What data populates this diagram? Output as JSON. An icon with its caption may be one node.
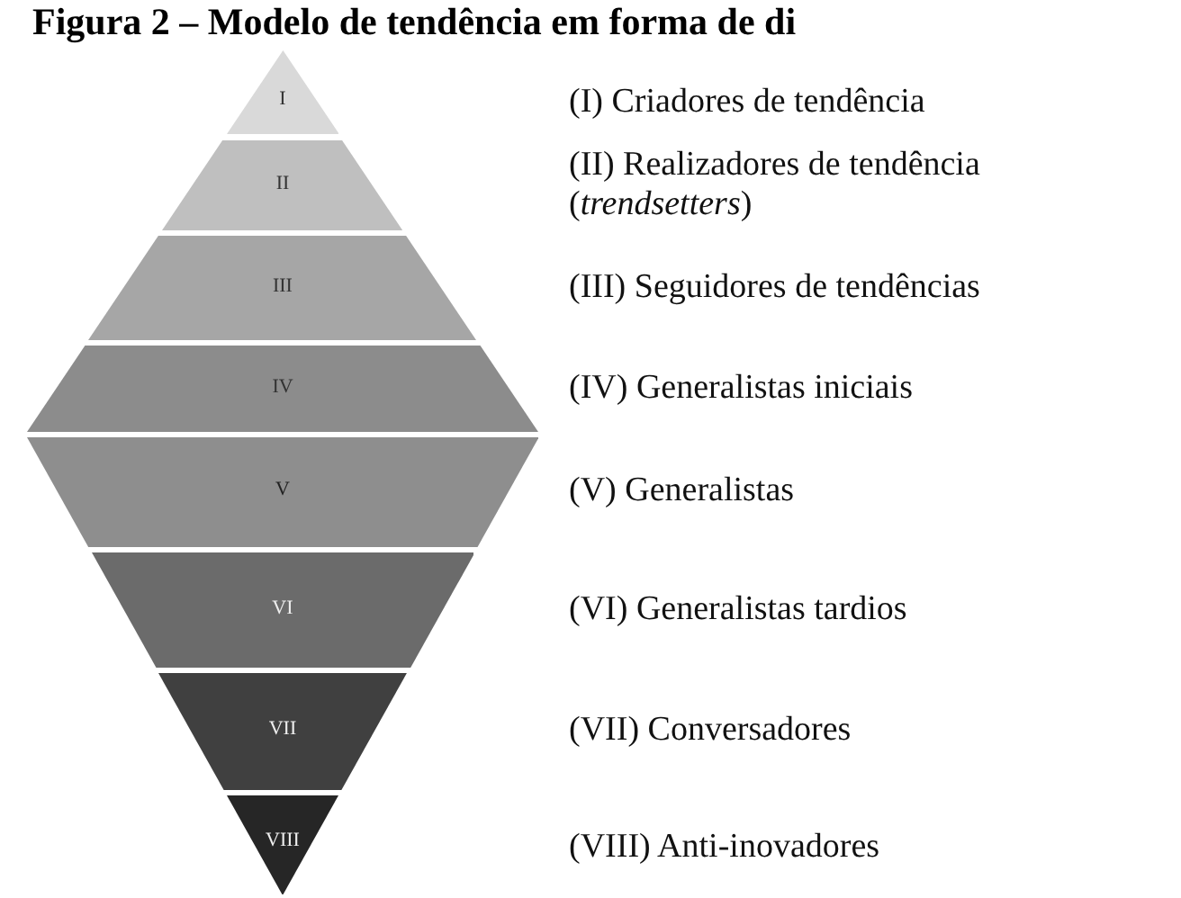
{
  "diagram": {
    "title": "Figura 2 – Modelo de tendência em forma de di",
    "nodes": [
      {
        "text": [
          "I"
        ]
      },
      {
        "text": [
          "II"
        ]
      },
      {
        "text": [
          "III"
        ]
      },
      {
        "text": [
          "IV"
        ]
      },
      {
        "text": [
          "V"
        ]
      },
      {
        "text": [
          "VI"
        ]
      },
      {
        "text": [
          "VII"
        ]
      },
      {
        "text": [
          "VIII"
        ]
      }
    ],
    "labels": [
      "(I) Criadores de tendência",
      "(II) Realizadores de tendência (*trendsetters*)",
      "(III) Seguidores de tendências",
      "(IV) Generalistas iniciais",
      "(V) Generalistas",
      "(VI) Generalistas tardios",
      "(VII) Conversadores",
      "(VIII) Anti-inovadores"
    ]
  }
}
